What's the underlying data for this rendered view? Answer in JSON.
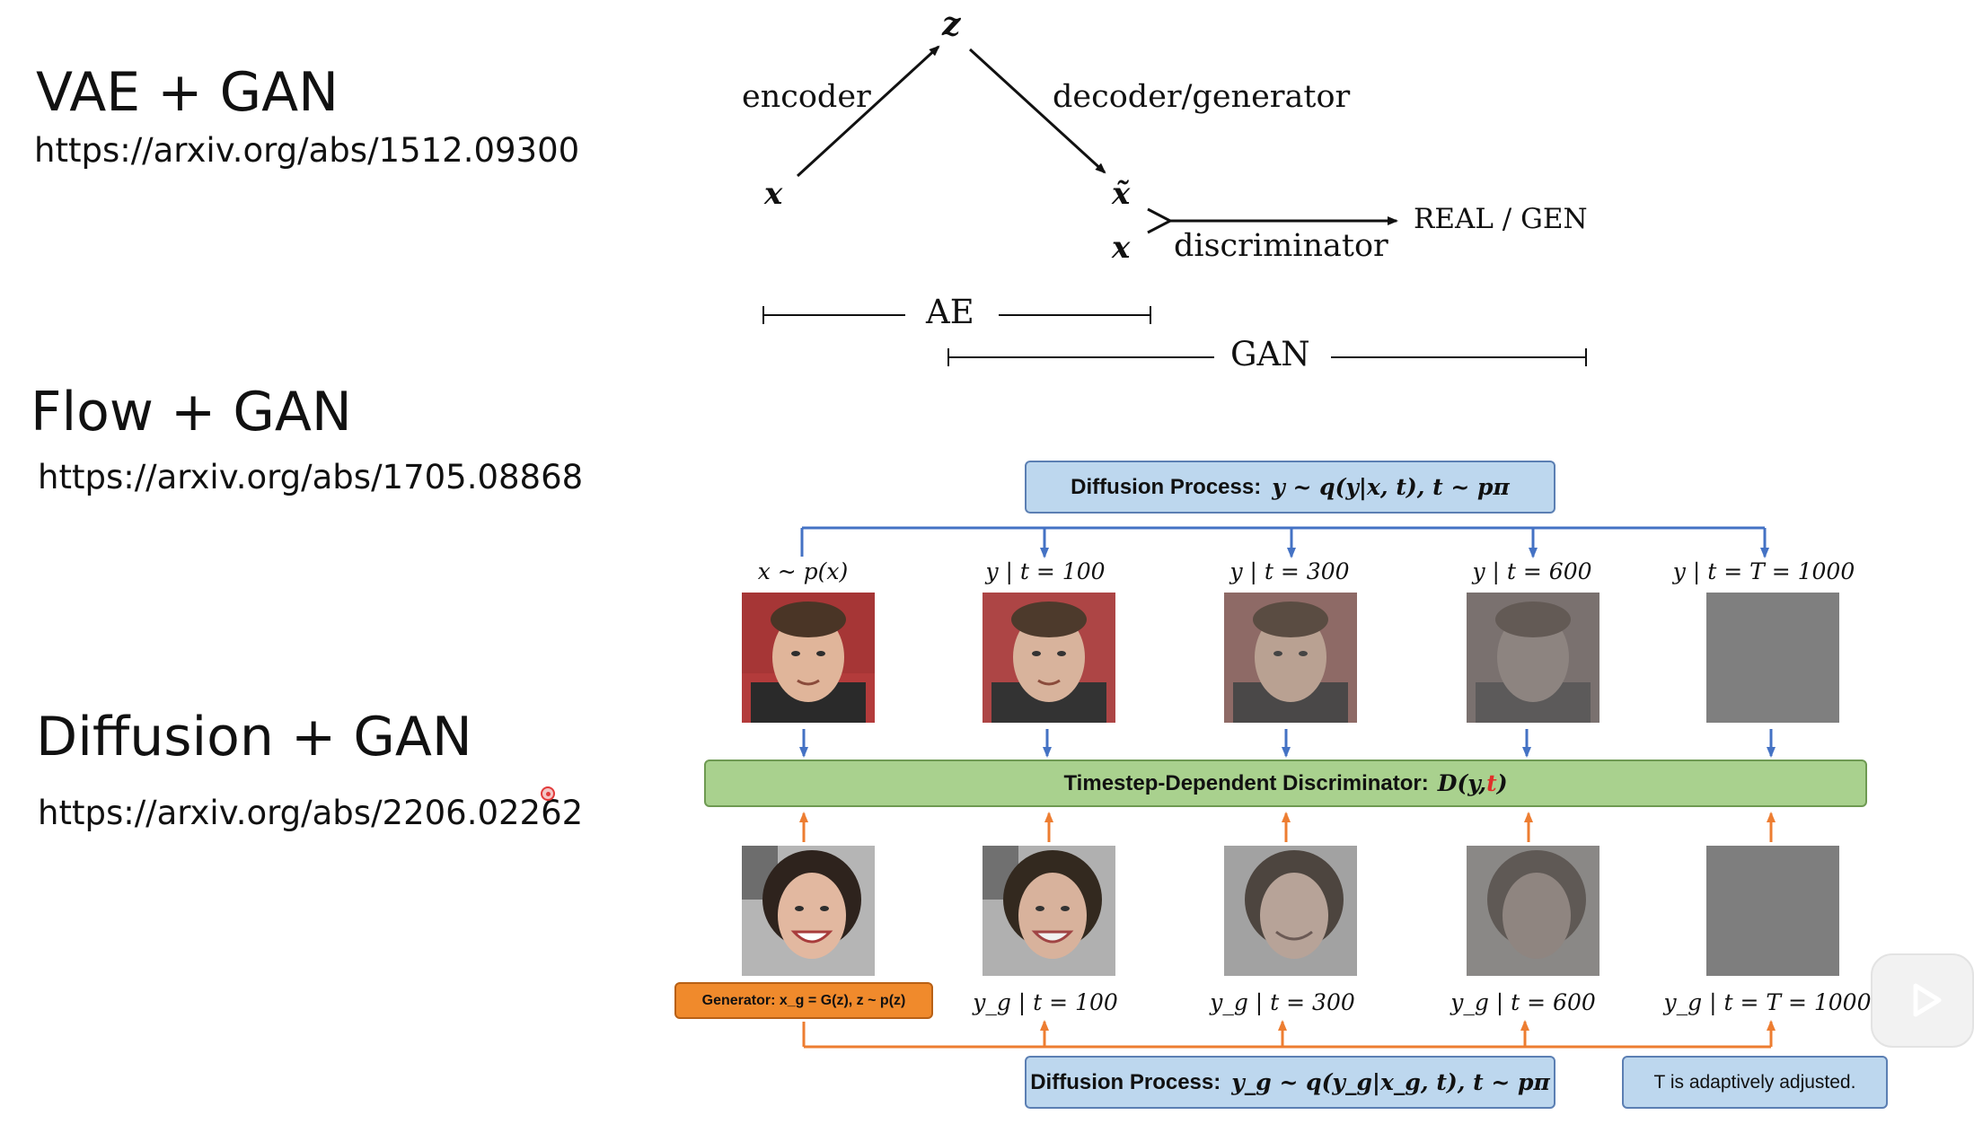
{
  "left": {
    "items": [
      {
        "title": "VAE + GAN",
        "url": "https://arxiv.org/abs/1512.09300"
      },
      {
        "title": "Flow + GAN",
        "url": "https://arxiv.org/abs/1705.08868"
      },
      {
        "title": "Diffusion + GAN",
        "url": "https://arxiv.org/abs/2206.02262"
      }
    ]
  },
  "vaegan": {
    "z": "z",
    "encoder": "encoder",
    "decoder": "decoder/generator",
    "x_left": "x",
    "x_tilde": "x̃",
    "x_right": "x",
    "discriminator": "discriminator",
    "output": "REAL / GEN",
    "ae": "AE",
    "gan": "GAN"
  },
  "diffusion": {
    "top_box": {
      "prefix": "Diffusion Process:",
      "formula": "y ~ q(y|x, t), t ~ pπ"
    },
    "top_labels": [
      "x ~ p(x)",
      "y | t = 100",
      "y | t = 300",
      "y | t = 600",
      "y | t = T = 1000"
    ],
    "disc_box": {
      "prefix": "Timestep-Dependent Discriminator:",
      "formula_a": "D(y, ",
      "formula_t": "t",
      "formula_b": ")"
    },
    "generator": "Generator: x_g = G(z), z ~ p(z)",
    "bottom_labels": [
      "y_g | t = 100",
      "y_g | t = 300",
      "y_g | t = 600",
      "y_g | t = T = 1000"
    ],
    "bottom_box": {
      "prefix": "Diffusion Process:",
      "formula": "y_g ~ q(y_g|x_g, t), t ~ pπ"
    },
    "note": "T is adaptively adjusted.",
    "colors": {
      "blue_line": "#4472c4",
      "orange_line": "#ed7d31",
      "t_red": "#e0302a"
    }
  }
}
